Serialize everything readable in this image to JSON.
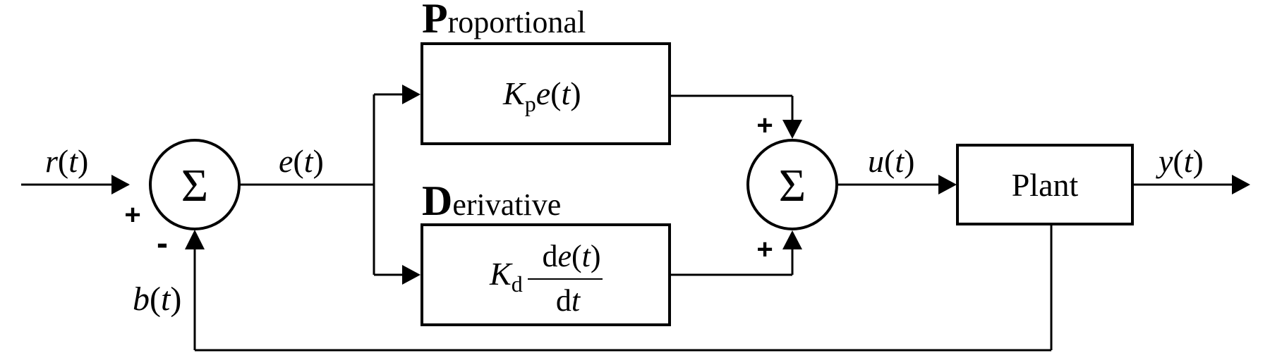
{
  "signals": {
    "r": "r",
    "e": "e",
    "u": "u",
    "y": "y",
    "b": "b",
    "arg": "t",
    "open": "(",
    "close": ")"
  },
  "blocks": {
    "proportional": {
      "title_initial": "P",
      "title_rest": "roportional",
      "gain_symbol": "K",
      "gain_sub": "p",
      "term": "e"
    },
    "derivative": {
      "title_initial": "D",
      "title_rest": "erivative",
      "gain_symbol": "K",
      "gain_sub": "d",
      "numerator_d": "d",
      "numerator_e": "e",
      "denominator_d": "d",
      "denominator_t": "t"
    },
    "plant": {
      "label": "Plant"
    }
  },
  "summers": {
    "symbol": "Σ",
    "sum1_signs": {
      "input": "+",
      "feedback": "-"
    },
    "sum2_signs": {
      "top": "+",
      "bottom": "+"
    }
  }
}
